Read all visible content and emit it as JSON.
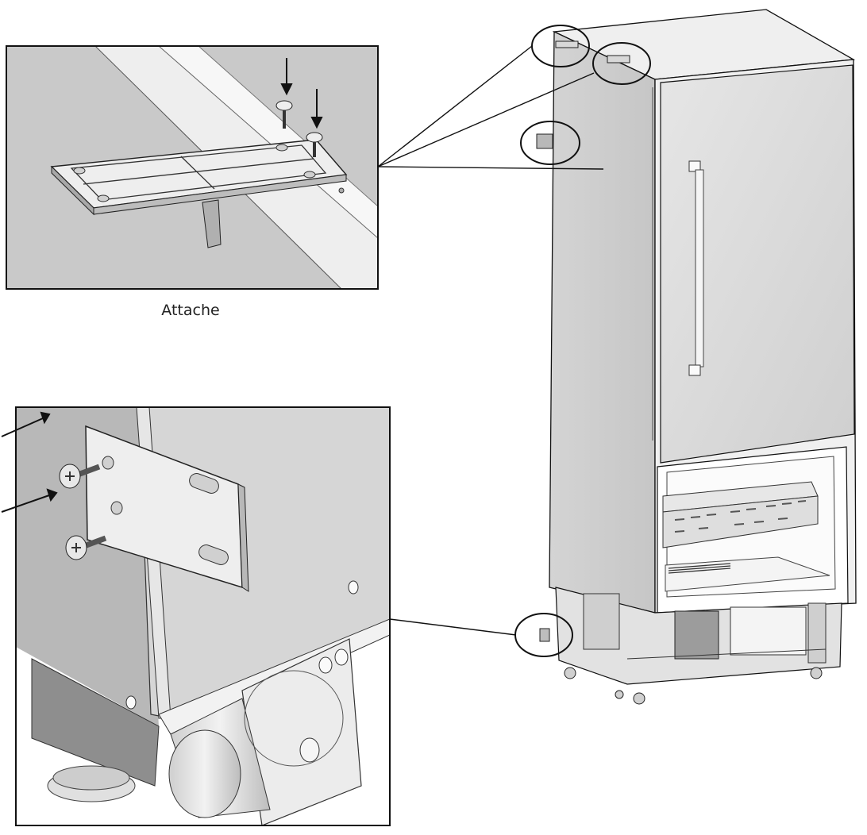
{
  "figure": {
    "caption": "Attache",
    "callouts": [
      {
        "id": "top-bracket-detail",
        "label": ""
      },
      {
        "id": "bottom-bracket-detail",
        "label": ""
      }
    ],
    "colors": {
      "line": "#111111",
      "panel": "#d9d9d9",
      "panel_dark": "#bdbdbd",
      "panel_light": "#ececec",
      "metal": "#e9e9e9",
      "shadow": "#9a9a9a"
    }
  }
}
